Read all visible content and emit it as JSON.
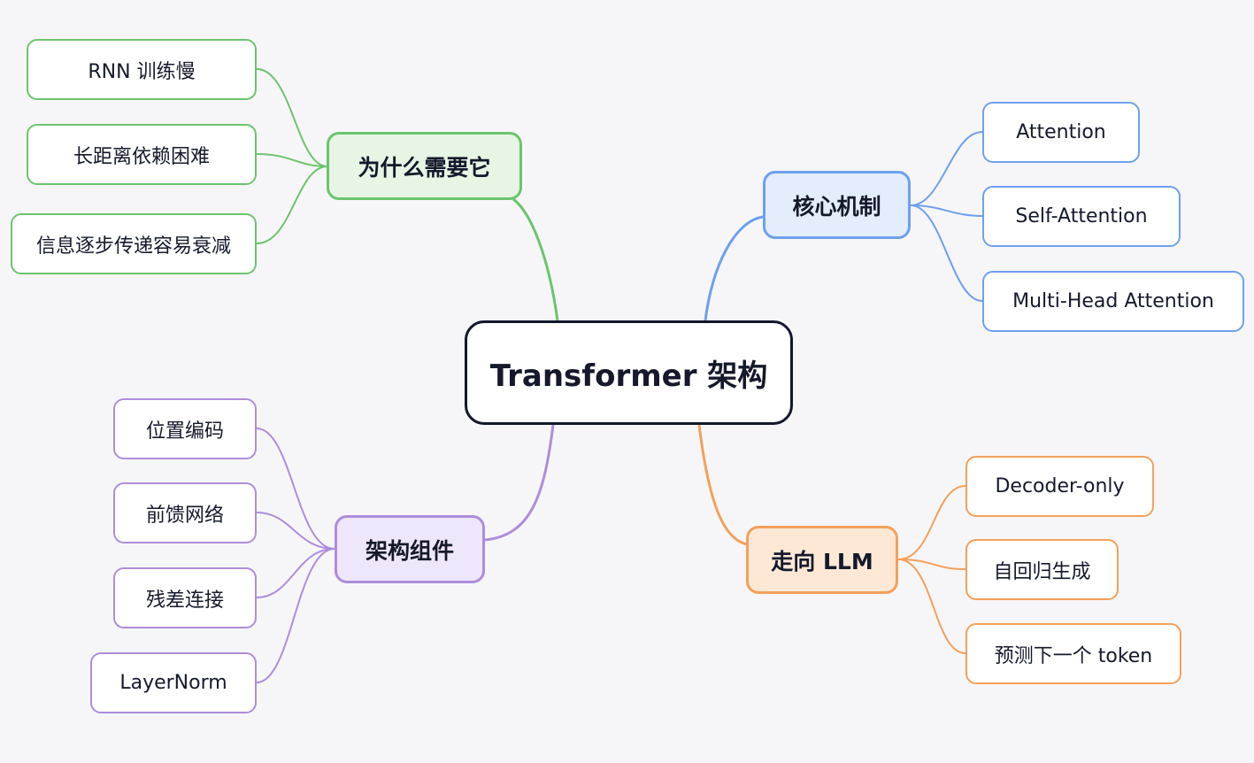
{
  "mindmap": {
    "root": "Transformer 架构",
    "colors": {
      "why": "#6cc46e",
      "core": "#6ea0ee",
      "arch": "#ad8ddc",
      "llm": "#f4a05a"
    },
    "why": {
      "label": "为什么需要它",
      "items": [
        "RNN 训练慢",
        "长距离依赖困难",
        "信息逐步传递容易衰减"
      ]
    },
    "core": {
      "label": "核心机制",
      "items": [
        "Attention",
        "Self-Attention",
        "Multi-Head Attention"
      ]
    },
    "arch": {
      "label": "架构组件",
      "items": [
        "位置编码",
        "前馈网络",
        "残差连接",
        "LayerNorm"
      ]
    },
    "llm": {
      "label": "走向 LLM",
      "items": [
        "Decoder-only",
        "自回归生成",
        "预测下一个 token"
      ]
    }
  }
}
